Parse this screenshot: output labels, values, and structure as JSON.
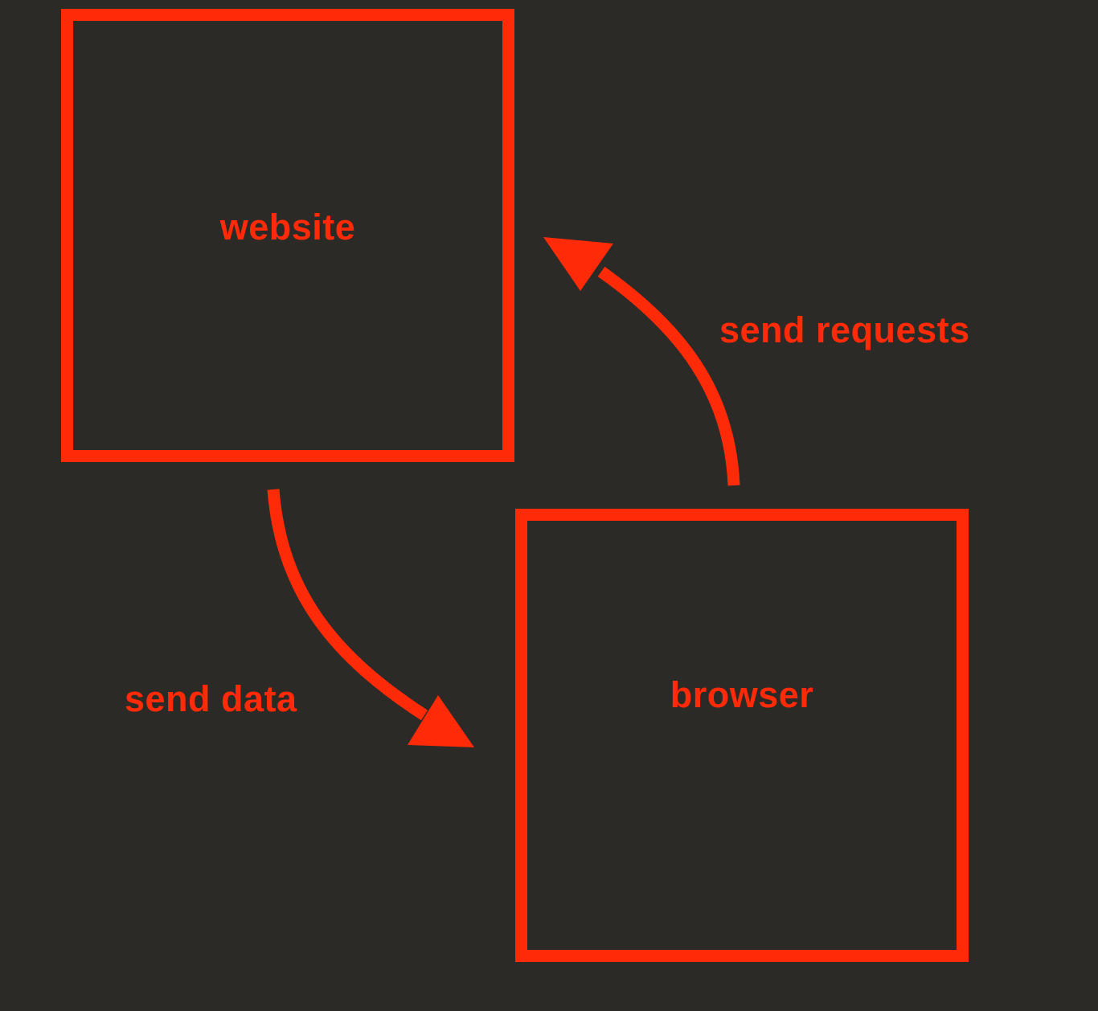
{
  "diagram": {
    "nodes": [
      {
        "id": "website",
        "label": "website"
      },
      {
        "id": "browser",
        "label": "browser"
      }
    ],
    "edges": [
      {
        "from": "browser",
        "to": "website",
        "label": "send requests"
      },
      {
        "from": "website",
        "to": "browser",
        "label": "send data"
      }
    ],
    "colors": {
      "background": "#2b2a26",
      "accent": "#ff2a08"
    }
  }
}
